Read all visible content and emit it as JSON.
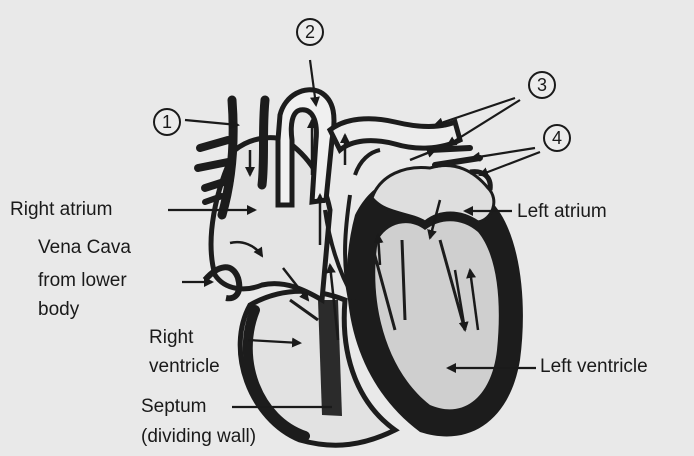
{
  "markers": [
    "1",
    "2",
    "3",
    "4"
  ],
  "labels": {
    "right_atrium": "Right atrium",
    "vena_cava_line1": "Vena Cava",
    "vena_cava_line2": "from lower",
    "vena_cava_line3": "body",
    "right_ventricle_line1": "Right",
    "right_ventricle_line2": "ventricle",
    "septum_line1": "Septum",
    "septum_line2": "(dividing wall)",
    "left_atrium": "Left atrium",
    "left_ventricle": "Left ventricle"
  }
}
